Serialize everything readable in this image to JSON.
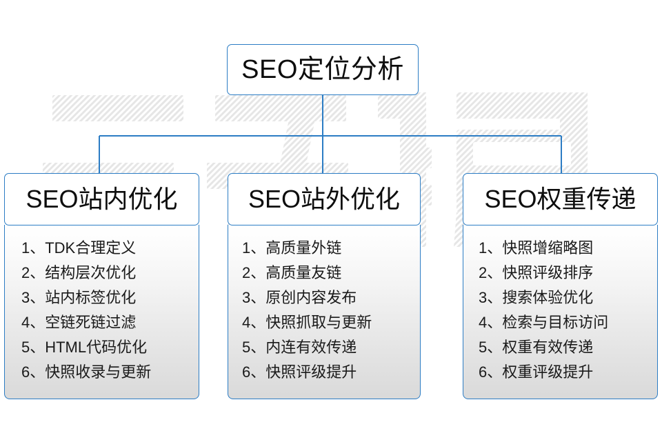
{
  "diagram": {
    "root": {
      "label": "SEO定位分析"
    },
    "watermark_text": "云无限",
    "accent_color": "#2b7cc4",
    "text_color": "#0d0d0d",
    "branches": [
      {
        "header": "SEO站内优化",
        "items": [
          "1、TDK合理定义",
          "2、结构层次优化",
          "3、站内标签优化",
          "4、空链死链过滤",
          "5、HTML代码优化",
          "6、快照收录与更新"
        ]
      },
      {
        "header": "SEO站外优化",
        "items": [
          "1、高质量外链",
          "2、高质量友链",
          "3、原创内容发布",
          "4、快照抓取与更新",
          "5、内连有效传递",
          "6、快照评级提升"
        ]
      },
      {
        "header": "SEO权重传递",
        "items": [
          "1、快照增缩略图",
          "2、快照评级排序",
          "3、搜索体验优化",
          "4、检索与目标访问",
          "5、权重有效传递",
          "6、权重评级提升"
        ]
      }
    ]
  }
}
